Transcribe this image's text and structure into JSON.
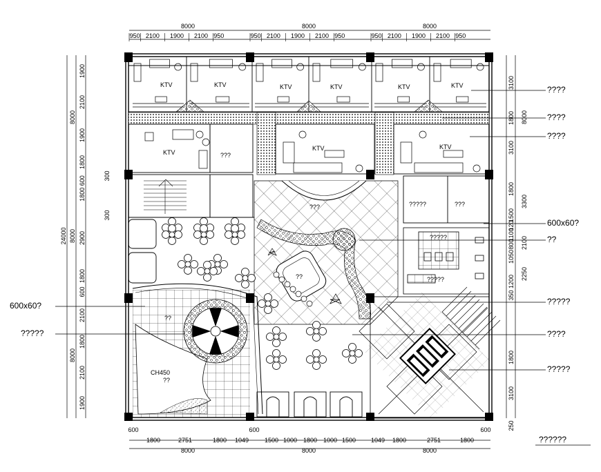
{
  "dims": {
    "top_totals": [
      "8000",
      "8000",
      "8000"
    ],
    "top_segments": [
      "950",
      "2100",
      "1900",
      "2100",
      "950",
      "950",
      "2100",
      "1900",
      "2100",
      "950",
      "950",
      "2100",
      "1900",
      "2100",
      "950"
    ],
    "bottom_segments": [
      "1800",
      "2751",
      "1800",
      "1049",
      "1500",
      "1000",
      "1800",
      "1000",
      "1500",
      "1049",
      "1800",
      "2751",
      "1800"
    ],
    "bottom_totals": [
      "8000",
      "8000",
      "8000"
    ],
    "bottom_side": [
      "600",
      "600",
      "600"
    ],
    "left_outer_total": "24000",
    "left_mid_totals": [
      "8000",
      "8000",
      "8000"
    ],
    "left_inner": [
      "1900",
      "2100",
      "1900",
      "1800",
      "1800 600",
      "2900",
      "1800",
      "600",
      "2100",
      "1800",
      "2100",
      "1900"
    ],
    "left_inner_small": [
      "300",
      "300"
    ],
    "right_inner": [
      "3100",
      "1800",
      "3100",
      "1800",
      "1500",
      "120",
      "1100",
      "800",
      "1050",
      "1200",
      "350",
      "1800",
      "3100",
      "250"
    ],
    "right_inner_b": [
      "2100",
      "2250"
    ],
    "right_totals": [
      "8000",
      "3300"
    ]
  },
  "rooms": {
    "ktv": "KTV",
    "unknown3": "???",
    "unknown5": "?????",
    "unknown2": "??",
    "ch450": "CH450"
  },
  "callouts_right": [
    "????",
    "????",
    "????",
    "600x60?",
    "??",
    "?????",
    "????",
    "?????"
  ],
  "callouts_left": [
    "600x60?",
    "?????"
  ],
  "footer": "??????"
}
